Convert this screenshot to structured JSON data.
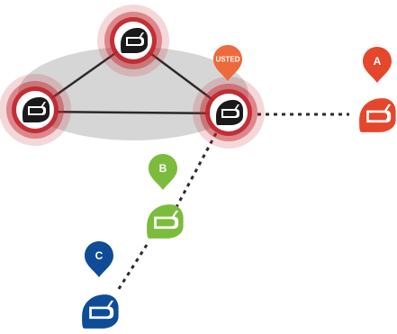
{
  "labels": {
    "you": "USTED",
    "rider_a": "A",
    "rider_b": "B",
    "rider_c": "C"
  },
  "colors": {
    "group_ellipse": "#d6d6d6",
    "halo": "#c0262d",
    "connection_line": "#2a2a2a",
    "helmet_dark": "#1a1a1a",
    "you_pin": "#ec6a3c",
    "rider_a": "#e4472c",
    "rider_b": "#7cbc3c",
    "rider_c": "#0e4c97"
  },
  "icons": {
    "helmet": "helmet-icon",
    "pin": "map-pin-icon"
  }
}
